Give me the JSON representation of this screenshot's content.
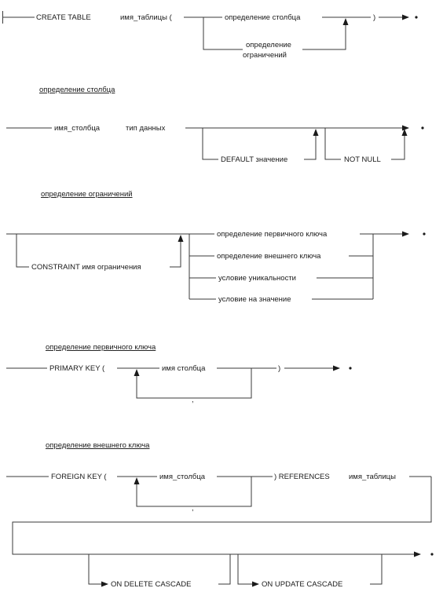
{
  "diagram": {
    "create_table": {
      "keyword": "CREATE TABLE",
      "table_name": "имя_таблицы (",
      "column_def": "определение столбца",
      "constraint_def_line1": "определение",
      "constraint_def_line2": "ограничений",
      "close_paren": ")"
    },
    "column_definition": {
      "heading": "определение столбца",
      "column_name": "имя_столбца",
      "data_type": "тип данных",
      "default_value": "DEFAULT значение",
      "not_null": "NOT NULL"
    },
    "constraint_definition": {
      "heading": "определение ограничений",
      "constraint_name": "CONSTRAINT имя ограничения",
      "primary_key_def": "определение первичного ключа",
      "foreign_key_def": "определение внешнего ключа",
      "unique_condition": "условие уникальности",
      "check_condition": "условие на значение"
    },
    "primary_key_definition": {
      "heading": "определение первичного ключа",
      "primary_key": "PRIMARY KEY (",
      "column_name": "имя столбца",
      "separator": ",",
      "close_paren": ")"
    },
    "foreign_key_definition": {
      "heading": "определение внешнего ключа",
      "foreign_key": "FOREIGN KEY (",
      "column_name": "имя_столбца",
      "separator": ",",
      "references": ") REFERENCES",
      "table_name": "имя_таблицы",
      "on_delete": "ON DELETE CASCADE",
      "on_update": "ON UPDATE CASCADE"
    }
  }
}
